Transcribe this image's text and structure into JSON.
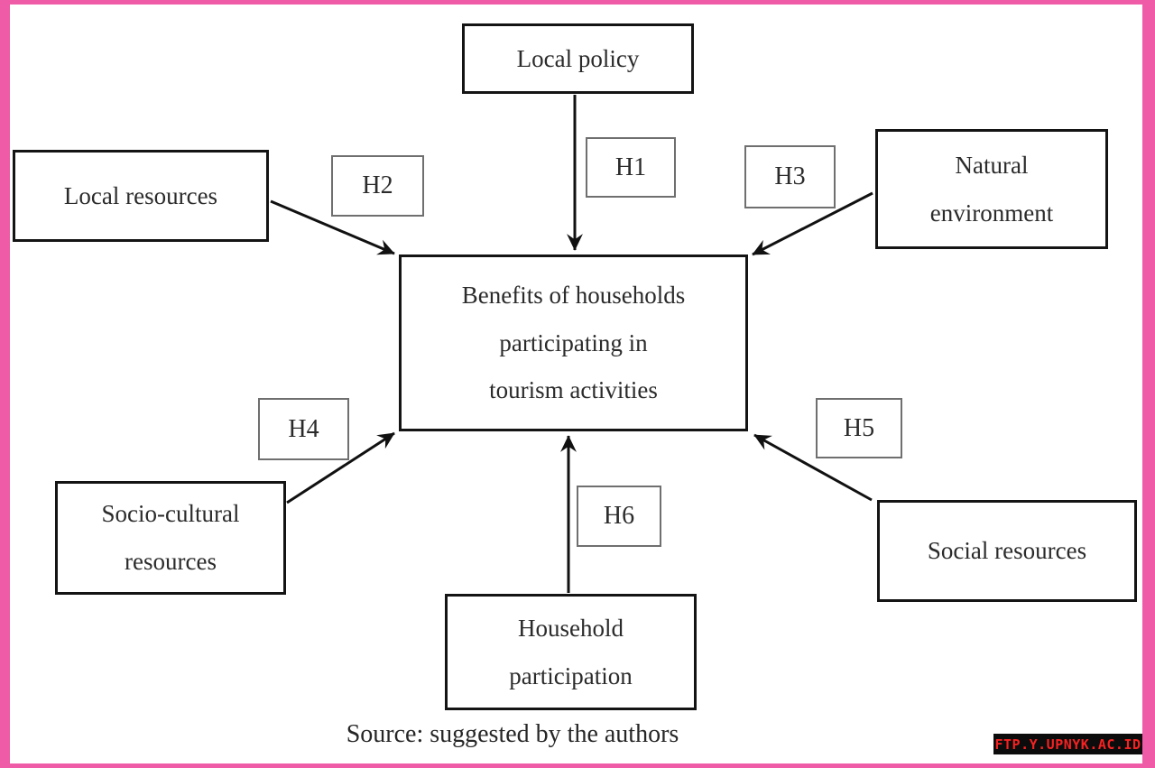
{
  "diagram": {
    "nodes": {
      "local_policy": {
        "label": "Local policy"
      },
      "local_resources": {
        "label": "Local resources"
      },
      "natural_environment": {
        "line1": "Natural",
        "line2": "environment"
      },
      "central": {
        "line1": "Benefits of households",
        "line2": "participating in",
        "line3": "tourism activities"
      },
      "socio_cultural_resources": {
        "line1": "Socio-cultural",
        "line2": "resources"
      },
      "social_resources": {
        "label": "Social resources"
      },
      "household_participation": {
        "line1": "Household",
        "line2": "participation"
      }
    },
    "hypotheses": {
      "h1": "H1",
      "h2": "H2",
      "h3": "H3",
      "h4": "H4",
      "h5": "H5",
      "h6": "H6"
    },
    "edges": [
      {
        "hypothesis": "H1",
        "from": "Local policy",
        "to": "Benefits of households participating in tourism activities"
      },
      {
        "hypothesis": "H2",
        "from": "Local resources",
        "to": "Benefits of households participating in tourism activities"
      },
      {
        "hypothesis": "H3",
        "from": "Natural environment",
        "to": "Benefits of households participating in tourism activities"
      },
      {
        "hypothesis": "H4",
        "from": "Socio-cultural resources",
        "to": "Benefits of households participating in tourism activities"
      },
      {
        "hypothesis": "H5",
        "from": "Social resources",
        "to": "Benefits of households participating in tourism activities"
      },
      {
        "hypothesis": "H6",
        "from": "Household participation",
        "to": "Benefits of households participating in tourism activities"
      }
    ],
    "source": "Source: suggested by the authors",
    "watermark": "FTP.Y.UPNYK.AC.ID",
    "colors": {
      "frame_pink": "#ef5ba7",
      "node_border": "#141414",
      "hypothesis_border": "#6f6f6f",
      "arrow": "#111111",
      "watermark_bg": "#0c0c0c",
      "watermark_text": "#f52222"
    }
  }
}
